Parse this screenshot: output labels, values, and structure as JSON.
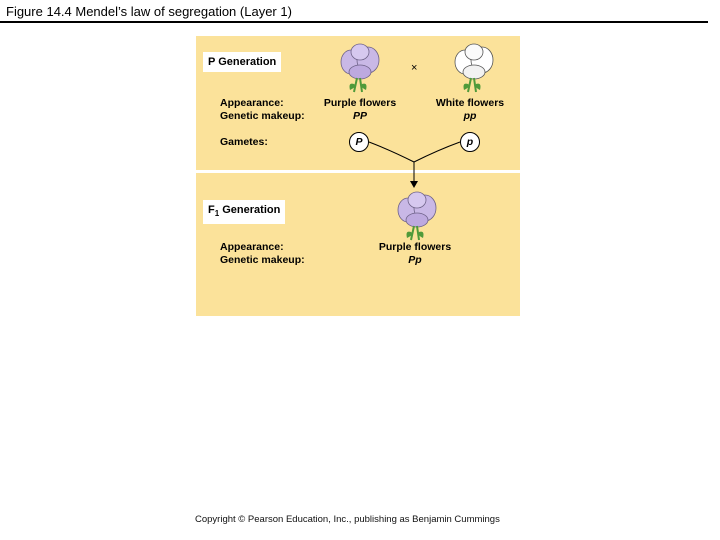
{
  "figure": {
    "title": "Figure 14.4  Mendel’s law of segregation (Layer 1)",
    "copyright": "Copyright © Pearson Education, Inc., publishing as Benjamin Cummings"
  },
  "p_generation": {
    "heading": "P Generation",
    "cross_symbol": "×",
    "appearance_label": "Appearance:",
    "genetic_makeup_label": "Genetic makeup:",
    "gametes_label": "Gametes:",
    "parent_left": {
      "appearance": "Purple flowers",
      "genotype": "PP",
      "gamete": "P",
      "flower_color": "#c9b8e6"
    },
    "parent_right": {
      "appearance": "White flowers",
      "genotype": "pp",
      "gamete": "p",
      "flower_color": "#ffffff"
    }
  },
  "f1_generation": {
    "heading_main": "F",
    "heading_sub": "1",
    "heading_rest": " Generation",
    "appearance_label": "Appearance:",
    "genetic_makeup_label": "Genetic makeup:",
    "offspring": {
      "appearance": "Purple flowers",
      "genotype": "Pp",
      "flower_color": "#c9b8e6"
    }
  },
  "colors": {
    "panel": "#fbe29a",
    "leaf": "#4f9a3a"
  }
}
